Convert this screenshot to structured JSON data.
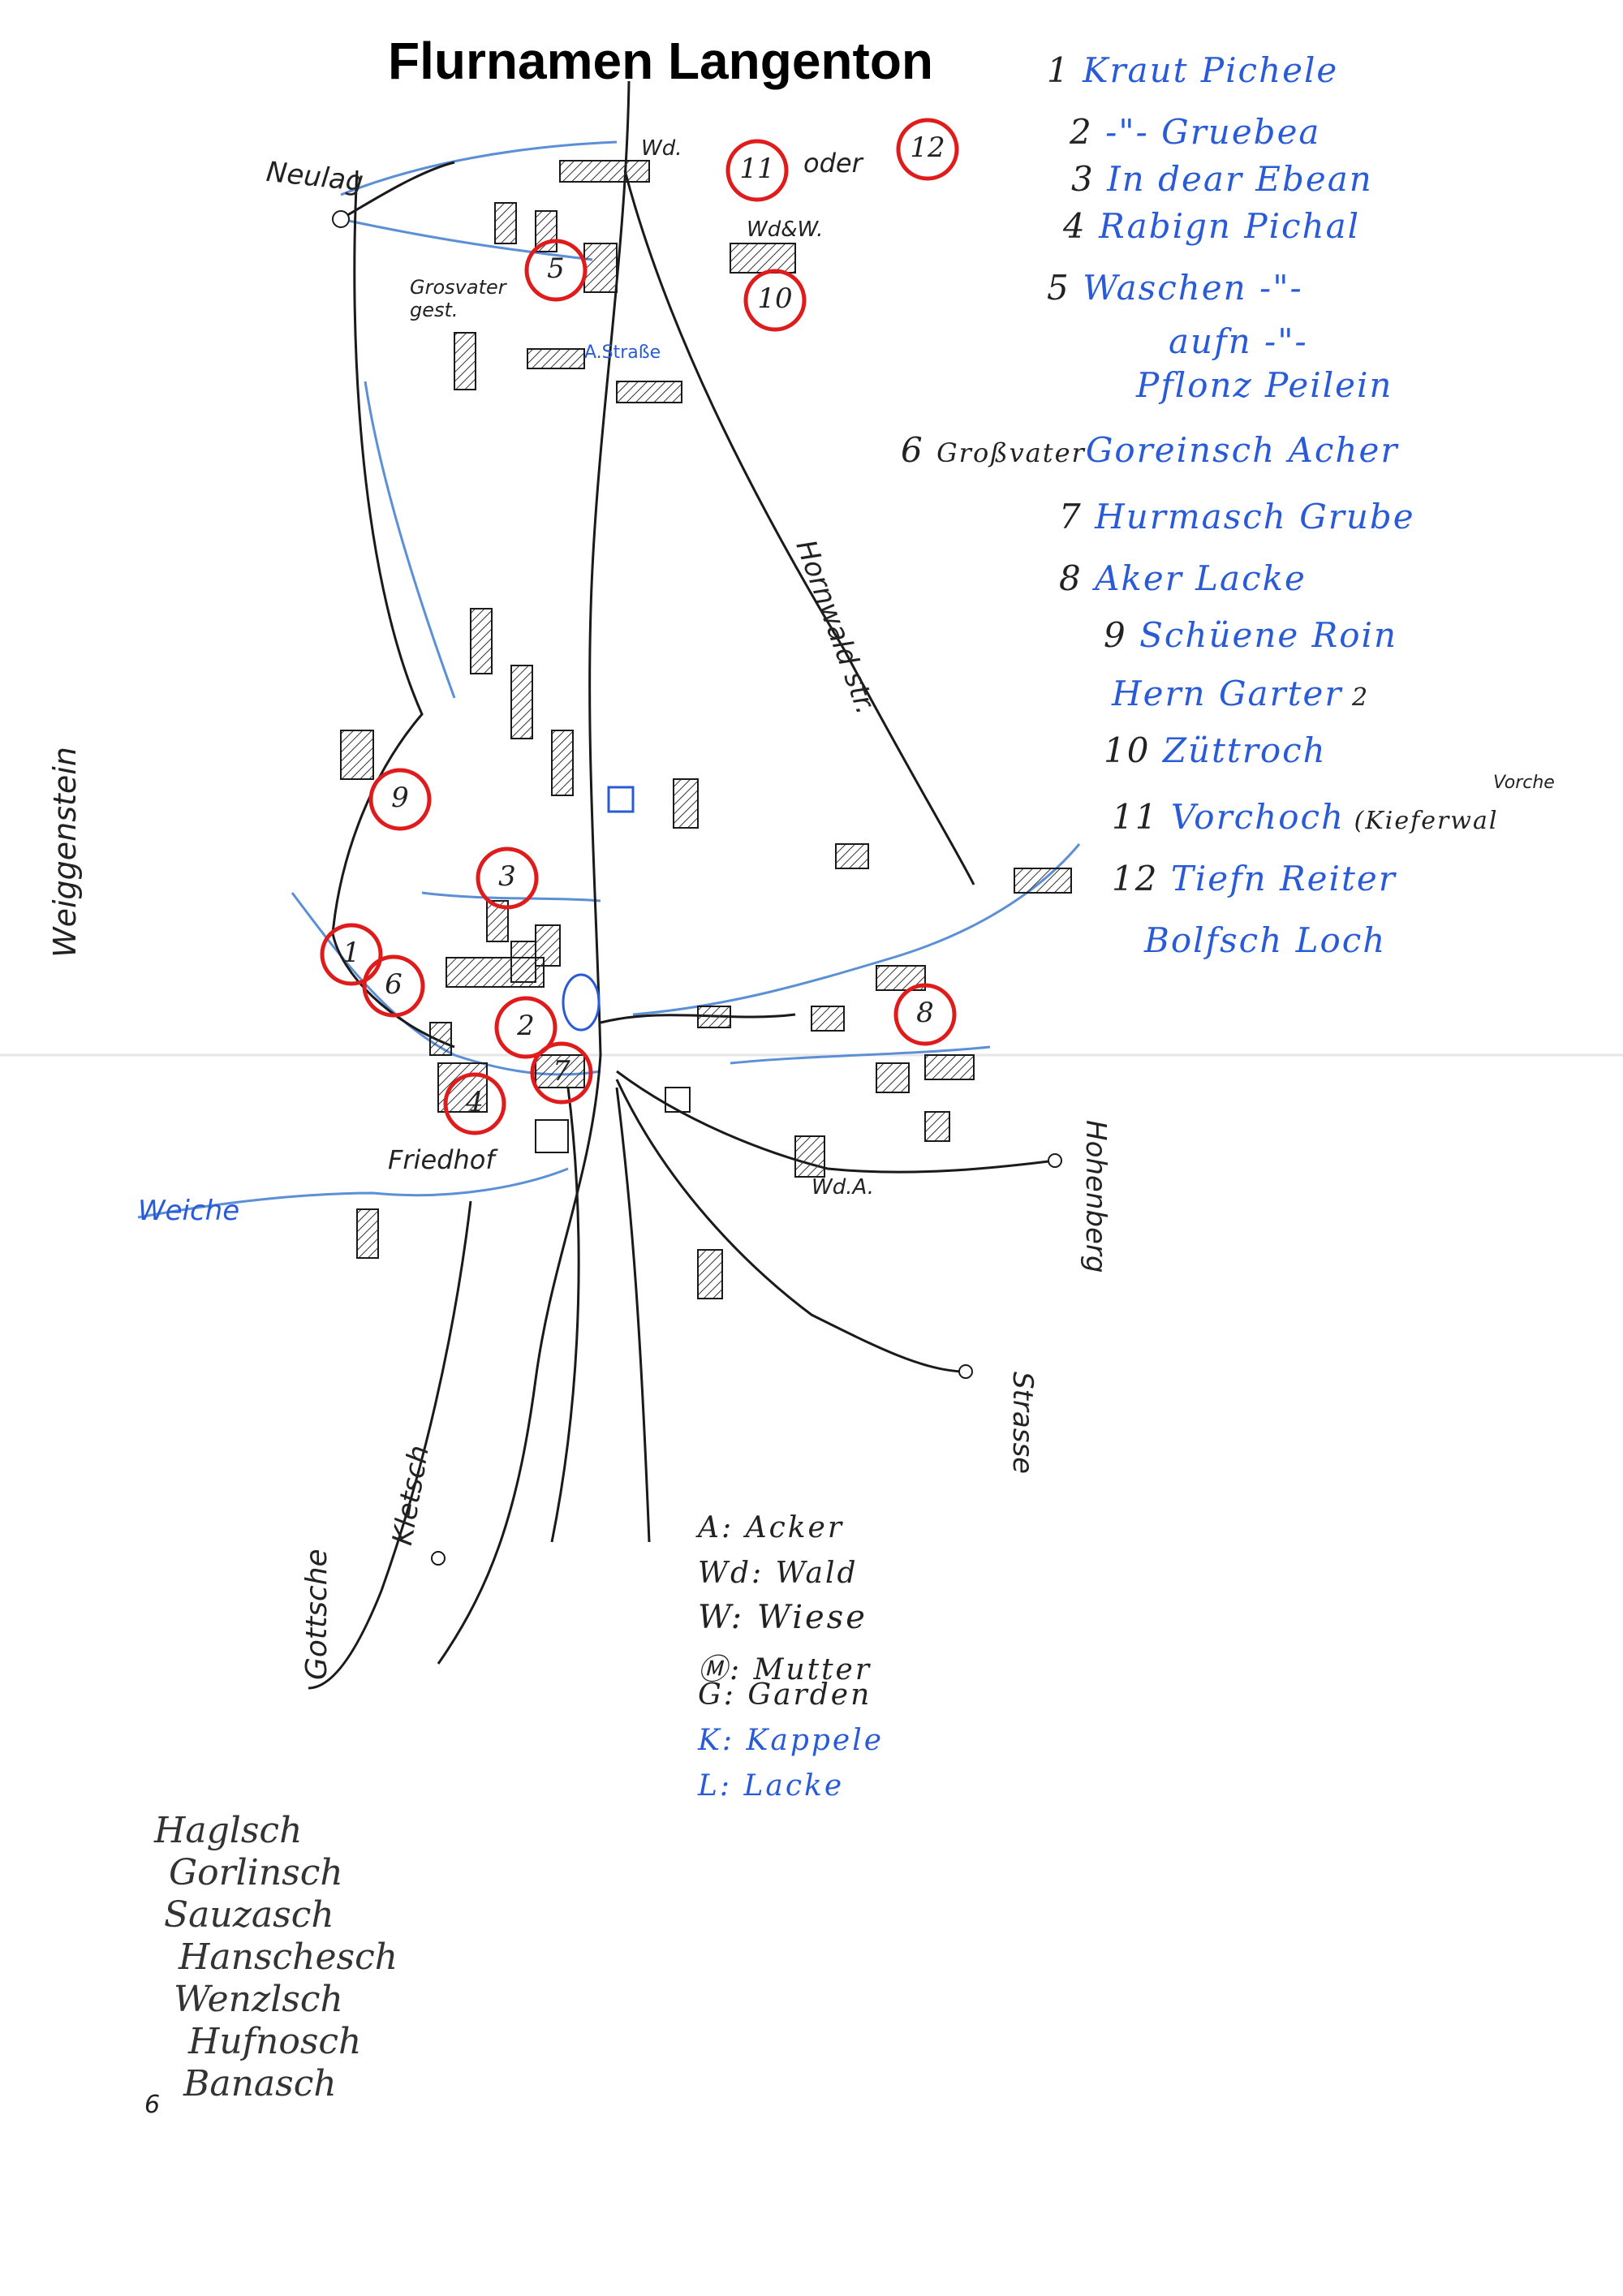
{
  "title": "Flurnamen Langenton",
  "legend": [
    {
      "num": "1",
      "name": "Kraut Pichele"
    },
    {
      "num": "2",
      "name": "-\"- Gruebea"
    },
    {
      "num": "3",
      "name": "In dear Ebean"
    },
    {
      "num": "4",
      "name": "Rabign Pichal"
    },
    {
      "num": "5",
      "name": "Waschen -\"-"
    },
    {
      "num": "",
      "name": "aufn -\"-"
    },
    {
      "num": "",
      "name": "Pflonz Peilein"
    },
    {
      "num": "6",
      "name": "Goreinsch Acher",
      "prefix": "Großvater"
    },
    {
      "num": "7",
      "name": "Hurmasch Grube"
    },
    {
      "num": "8",
      "name": "Aker Lacke"
    },
    {
      "num": "9",
      "name": "Schüene Roin"
    },
    {
      "num": "",
      "name": "Hern Garter",
      "suffix": "2"
    },
    {
      "num": "10",
      "name": "Züttroch"
    },
    {
      "num": "11",
      "name": "Vorchoch",
      "suffix": "(Kieferwal",
      "note": "Vorche"
    },
    {
      "num": "12",
      "name": "Tiefn Reiter"
    },
    {
      "num": "",
      "name": "Bolfsch Loch"
    }
  ],
  "key": [
    {
      "text": "A: Acker",
      "color": "dark"
    },
    {
      "text": "Wd: Wald",
      "color": "dark"
    },
    {
      "text": "W: Wiese",
      "color": "dark"
    },
    {
      "text": "Ⓜ: Mutter",
      "color": "dark"
    },
    {
      "text": "G: Garden",
      "color": "dark"
    },
    {
      "text": "K: Kappele",
      "color": "blue"
    },
    {
      "text": "L: Lacke",
      "color": "blue"
    }
  ],
  "family_names": [
    "Haglsch",
    "Gorlinsch",
    "Sauzasch",
    "Hanschesch",
    "Wenzlsch",
    "Hufnosch",
    "Banasch"
  ],
  "page_number": "6",
  "place_labels": {
    "neulag": "Neulag",
    "grosvater": "Grosvater gest.",
    "a_strasse": "A.Straße",
    "hornwald": "Hornwald str.",
    "weiggenstein": "Weiggenstein",
    "weiche": "Weiche",
    "friedhof": "Friedhof",
    "kletsch": "Kletsch",
    "gottsche": "Gottsche",
    "strasse": "Strasse",
    "hohenberg": "Hohenberg",
    "wd": "Wd.",
    "oder": "oder",
    "wdw": "Wd&W.",
    "wda": "Wd.A."
  },
  "circled_numbers": [
    "1",
    "2",
    "3",
    "4",
    "5",
    "6",
    "7",
    "8",
    "9",
    "10",
    "11",
    "12"
  ],
  "colors": {
    "circle": "#e01b1b",
    "ink": "#1a1a1a",
    "blue_ink": "#2a5bd7",
    "river": "#5b8fd6"
  }
}
